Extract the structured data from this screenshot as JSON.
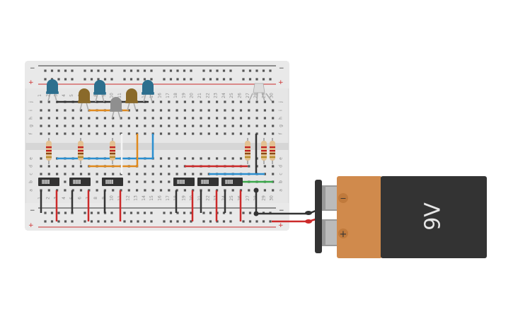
{
  "breadcrumb": "",
  "breadboard": {
    "columns": 30,
    "rows_top": [
      "j",
      "i",
      "h",
      "g",
      "f"
    ],
    "rows_bottom": [
      "e",
      "d",
      "c",
      "b",
      "a"
    ],
    "rail_top_label_minus": "−",
    "rail_top_label_plus": "+",
    "rail_bottom_label_minus": "−",
    "rail_bottom_label_plus": "+"
  },
  "battery": {
    "voltage_label": "9V",
    "terminal_minus": "−",
    "terminal_plus": "+",
    "colors": {
      "body": "#333333",
      "label": "#d08a4c"
    }
  },
  "components": {
    "leds": [
      {
        "color": "#2d6f8e",
        "name": "blue"
      },
      {
        "color": "#8a6a2a",
        "name": "yellow"
      },
      {
        "color": "#2d6f8e",
        "name": "blue"
      },
      {
        "color": "#8f8f8f",
        "name": "white"
      },
      {
        "color": "#8a6a2a",
        "name": "yellow"
      },
      {
        "color": "#2d6f8e",
        "name": "blue"
      }
    ],
    "resistors_count": 6,
    "slide_switches_count": 6,
    "rgb_led": "rgb-led-icon"
  },
  "wire_colors": {
    "black": "#333333",
    "red": "#cc2a2a",
    "blue": "#2b8fd0",
    "orange": "#e08a1e",
    "green": "#3aa84a",
    "white": "#f4f4f4"
  }
}
